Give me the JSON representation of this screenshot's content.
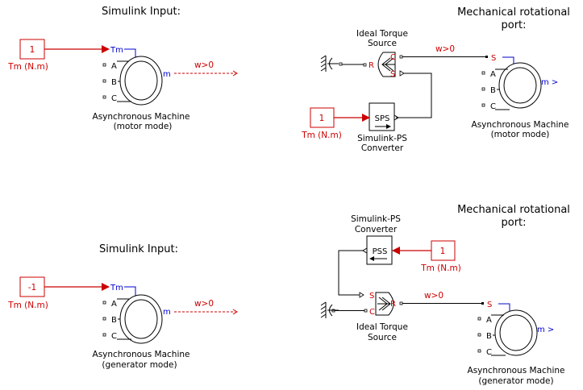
{
  "colors": {
    "signal": "#cc0000",
    "port_blue": "#0000cc",
    "line": "#000000"
  },
  "panels": [
    {
      "id": "motor-simulink",
      "heading": "Simulink Input:",
      "constant": {
        "value": "1",
        "label": "Tm (N.m)"
      },
      "machine": {
        "input_port": "Tm",
        "ports": [
          "A",
          "B",
          "C"
        ],
        "output_port": "m",
        "name_line1": "Asynchronous Machine",
        "name_line2": "(motor mode)"
      },
      "output_label": "w>0"
    },
    {
      "id": "motor-mechanical",
      "heading_line1": "Mechanical rotational",
      "heading_line2": "port:",
      "torque_source": {
        "name_line1": "Ideal Torque",
        "name_line2": "Source",
        "ports": {
          "c": "C",
          "r": "R",
          "s": "S"
        }
      },
      "converter": {
        "text": "SPS",
        "name_line1": "Simulink-PS",
        "name_line2": "Converter"
      },
      "constant": {
        "value": "1",
        "label": "Tm (N.m)"
      },
      "connection_label": "w>0",
      "machine": {
        "input_port": "S",
        "ports": [
          "A",
          "B",
          "C"
        ],
        "output_port": "m >",
        "name_line1": "Asynchronous Machine",
        "name_line2": "(motor mode)"
      }
    },
    {
      "id": "generator-simulink",
      "heading": "Simulink Input:",
      "constant": {
        "value": "-1",
        "label": "Tm (N.m)"
      },
      "machine": {
        "input_port": "Tm",
        "ports": [
          "A",
          "B",
          "C"
        ],
        "output_port": "m",
        "name_line1": "Asynchronous Machine",
        "name_line2": "(generator mode)"
      },
      "output_label": "w>0"
    },
    {
      "id": "generator-mechanical",
      "heading_line1": "Mechanical rotational",
      "heading_line2": "port:",
      "converter": {
        "text": "PSS",
        "name_line1": "Simulink-PS",
        "name_line2": "Converter"
      },
      "constant": {
        "value": "1",
        "label": "Tm (N.m)"
      },
      "torque_source": {
        "name_line1": "Ideal Torque",
        "name_line2": "Source",
        "ports": {
          "s": "S",
          "c": "C",
          "r": "R"
        }
      },
      "connection_label": "w>0",
      "machine": {
        "input_port": "S",
        "ports": [
          "A",
          "B",
          "C"
        ],
        "output_port": "m >",
        "name_line1": "Asynchronous Machine",
        "name_line2": "(generator mode)"
      }
    }
  ]
}
